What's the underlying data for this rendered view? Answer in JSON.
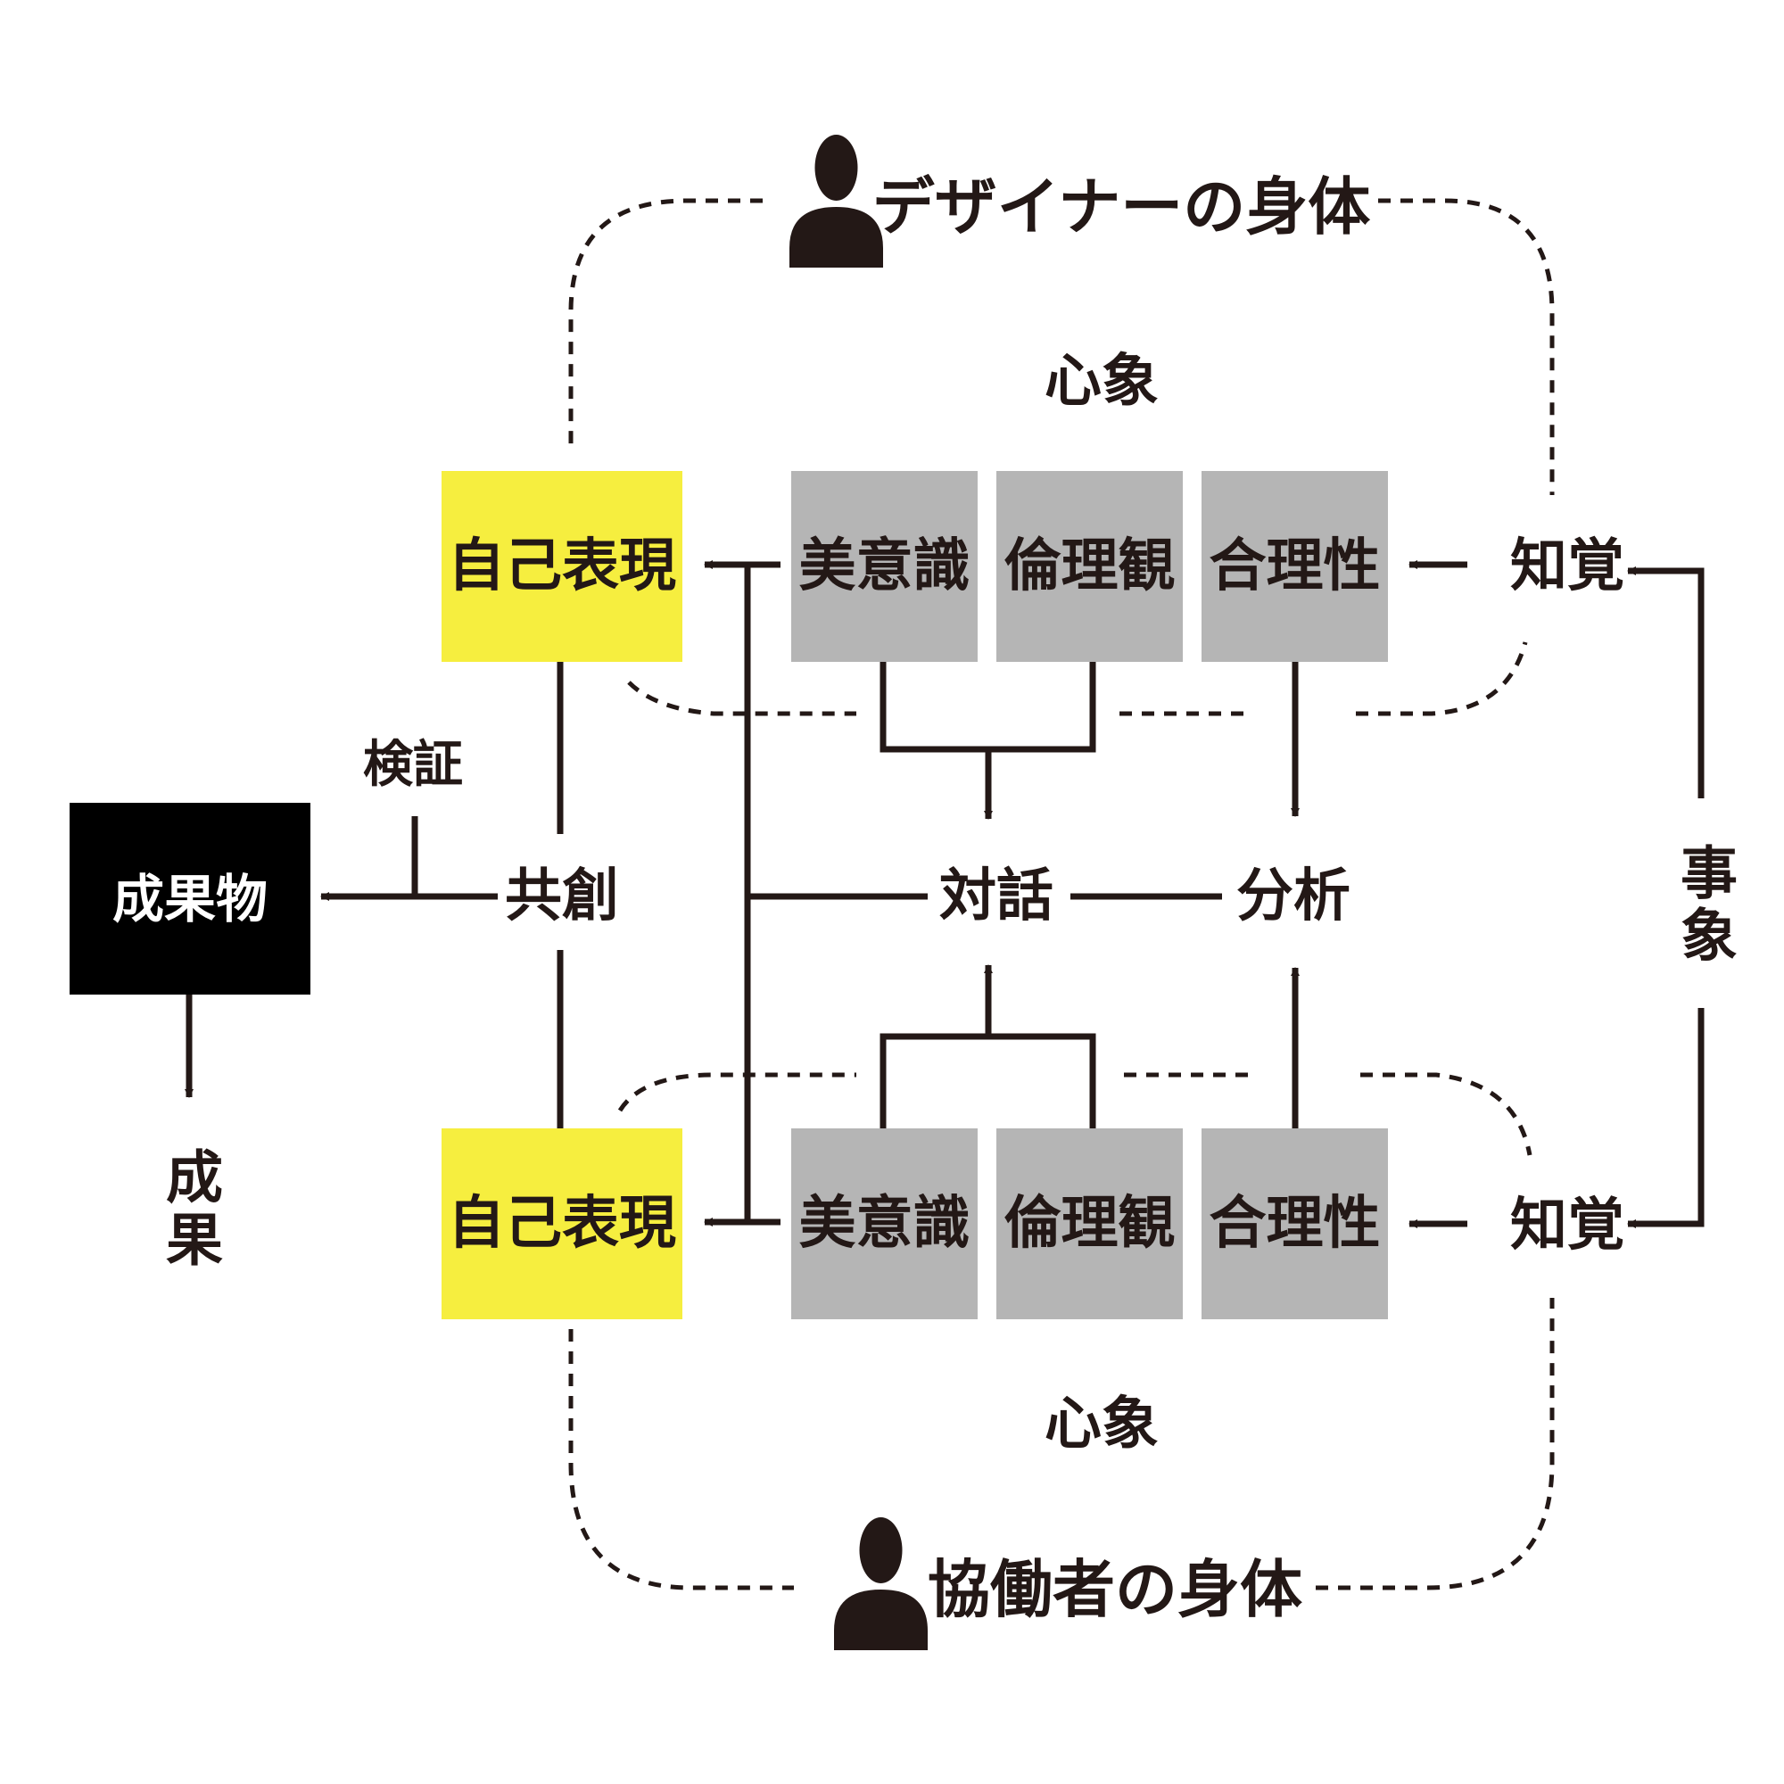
{
  "designer_body": "デザイナーの身体",
  "collaborator_body": "協働者の身体",
  "mental_image_top": "心象",
  "mental_image_bottom": "心象",
  "top_row": {
    "self_expression": "自己表現",
    "aesthetic": "美意識",
    "ethics": "倫理観",
    "rationality": "合理性",
    "perception": "知覚"
  },
  "bottom_row": {
    "self_expression": "自己表現",
    "aesthetic": "美意識",
    "ethics": "倫理観",
    "rationality": "合理性",
    "perception": "知覚"
  },
  "dialogue": "対話",
  "analysis": "分析",
  "co_creation": "共創",
  "verification": "検証",
  "deliverable": "成果物",
  "outcome": "成果",
  "phenomenon": "事象",
  "icons": {
    "designer": "person-icon",
    "collaborator": "person-icon"
  },
  "colors": {
    "self_expression_fill": "#f6ee3f",
    "values_fill": "#b5b5b5",
    "deliverable_fill": "#000000",
    "line": "#231816"
  }
}
